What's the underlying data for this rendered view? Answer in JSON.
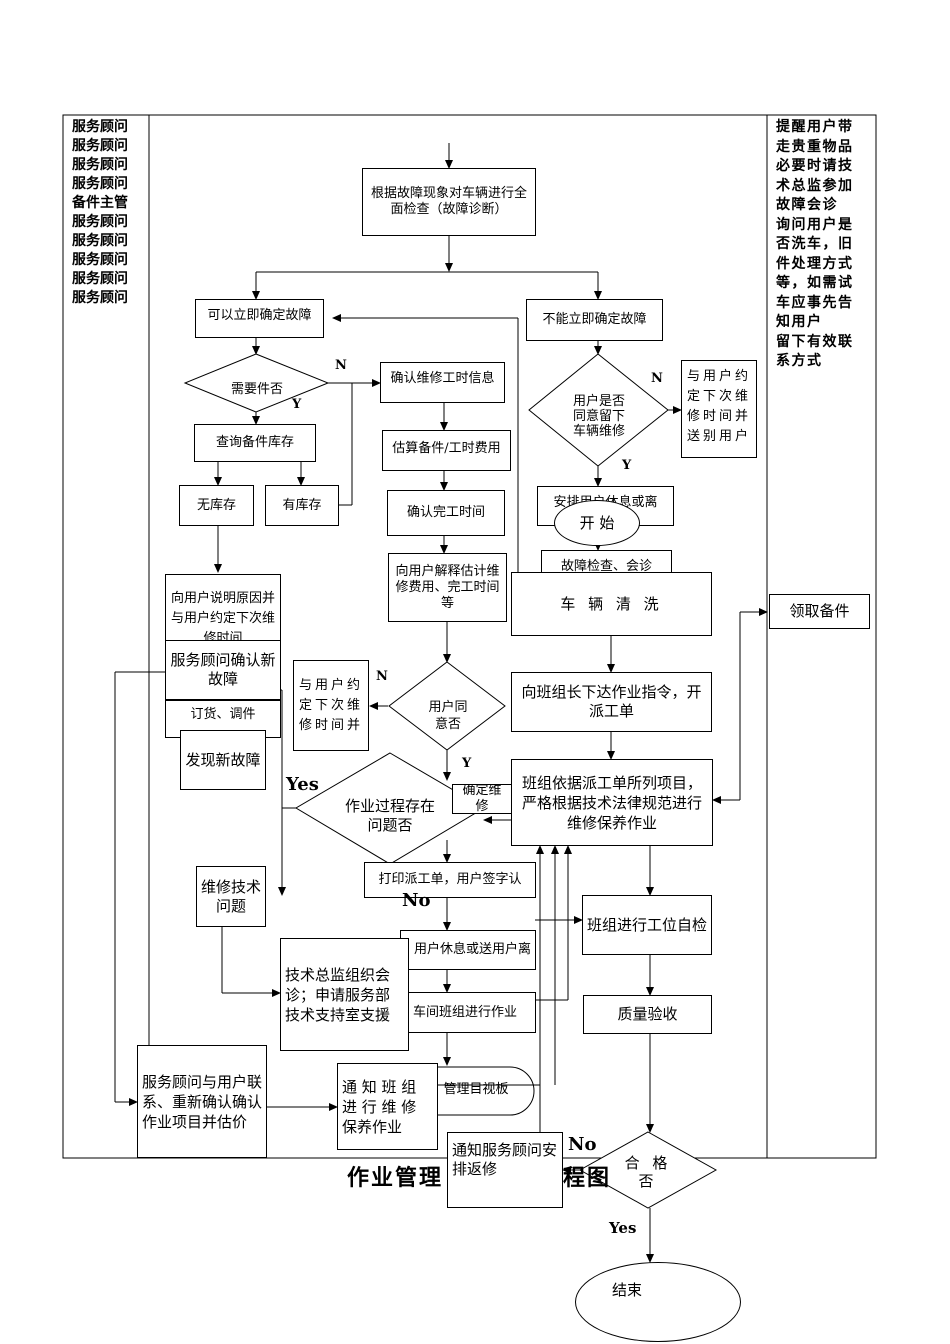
{
  "left_column": [
    "服务顾问",
    "服务顾问",
    "服务顾问",
    "服务顾问",
    "备件主管",
    "服务顾问",
    "服务顾问",
    "服务顾问",
    "服务顾问",
    "服务顾问"
  ],
  "right_column": [
    "提醒用户带",
    "走贵重物品",
    "必要时请技",
    "术总监参加",
    "故障会诊",
    "询问用户是",
    "否洗车，旧",
    "件处理方式",
    "等，如需试",
    "车应事先告",
    "知用户",
    "留下有效联",
    "系方式"
  ],
  "title": "作业管理",
  "title_tail": "程图",
  "nodes": {
    "diagnose": "根据故障现象对车辆进行全面检查（故障诊断）",
    "can_confirm": "可以立即确定故障",
    "cannot_confirm": "不能立即确定故障",
    "need_parts": "需要件否",
    "check_stock": "查询备件库存",
    "no_stock": "无库存",
    "has_stock": "有库存",
    "confirm_hours": "确认维修工时信息",
    "estimate": "估算备件/工时费用",
    "confirm_finish": "确认完工时间",
    "explain": "向用户解释估计维修费用、完工时间等",
    "user_agree_keep": "用户是否同意留下车辆维修",
    "appoint_next_a": "与用户约定下次维修时间并送别用户",
    "arrange_rest": "安排用户休息或离",
    "start": "开 始",
    "fault_check": "故障检查、会诊",
    "car_wash": "车 辆 清 洗",
    "get_parts": "领取备件",
    "explain_reason": "向用户说明原因并与用户约定下次维修时间",
    "confirm_new_fault": "服务顾问确认新故障",
    "order_parts": "订货、调件",
    "find_new_fault": "发现新故障",
    "appoint_next_b": "与用户约定下次维修时间并",
    "user_agree": "用户同意否",
    "dispatch": "向班组长下达作业指令，开派工单",
    "work_by_order": "班组依据派工单所列项目，严格根据技术法律规范进行维修保养作业",
    "process_problem": "作业过程存在问题否",
    "confirm_repair": "确定维修",
    "print_order": "打印派工单，用户签字认",
    "tech_problem": "维修技术问题",
    "team_self_check": "班组进行工位自检",
    "tech_director": "技术总监组织会诊；申请服务部技术支持室支援",
    "user_rest_leave": "用户休息或送用户离",
    "workshop_team": "车间班组进行作业",
    "quality_check": "质量验收",
    "advisor_contact": "服务顾问与用户联系、重新确认确认作业项目并估价",
    "notify_team": "通 知 班 组 进 行 维 修 保养作业",
    "mgmt_board": "管理目视板",
    "notify_advisor": "通知服务顾问安排返修",
    "qualified": "合 格否",
    "end": "结束"
  },
  "labels": {
    "n1": "N",
    "y1": "Y",
    "n2": "N",
    "y2": "Y",
    "n3": "N",
    "y3": "Y",
    "yes_big": "Yes",
    "no_mid": "No",
    "no_right": "No",
    "yes_bottom": "Yes"
  }
}
